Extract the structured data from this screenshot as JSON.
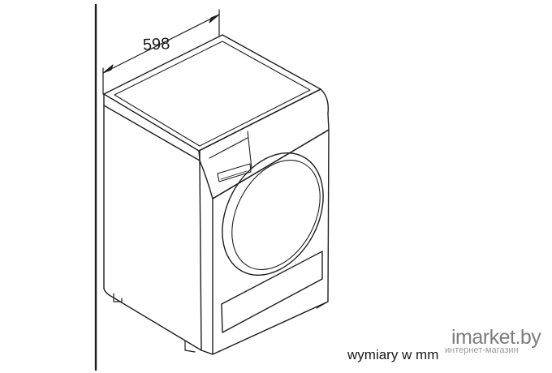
{
  "dimension": {
    "width_value": "598"
  },
  "caption": {
    "units_text": "wymiary w mm"
  },
  "watermark": {
    "brand": "imarket.by",
    "tagline": "интернет-магазин"
  }
}
